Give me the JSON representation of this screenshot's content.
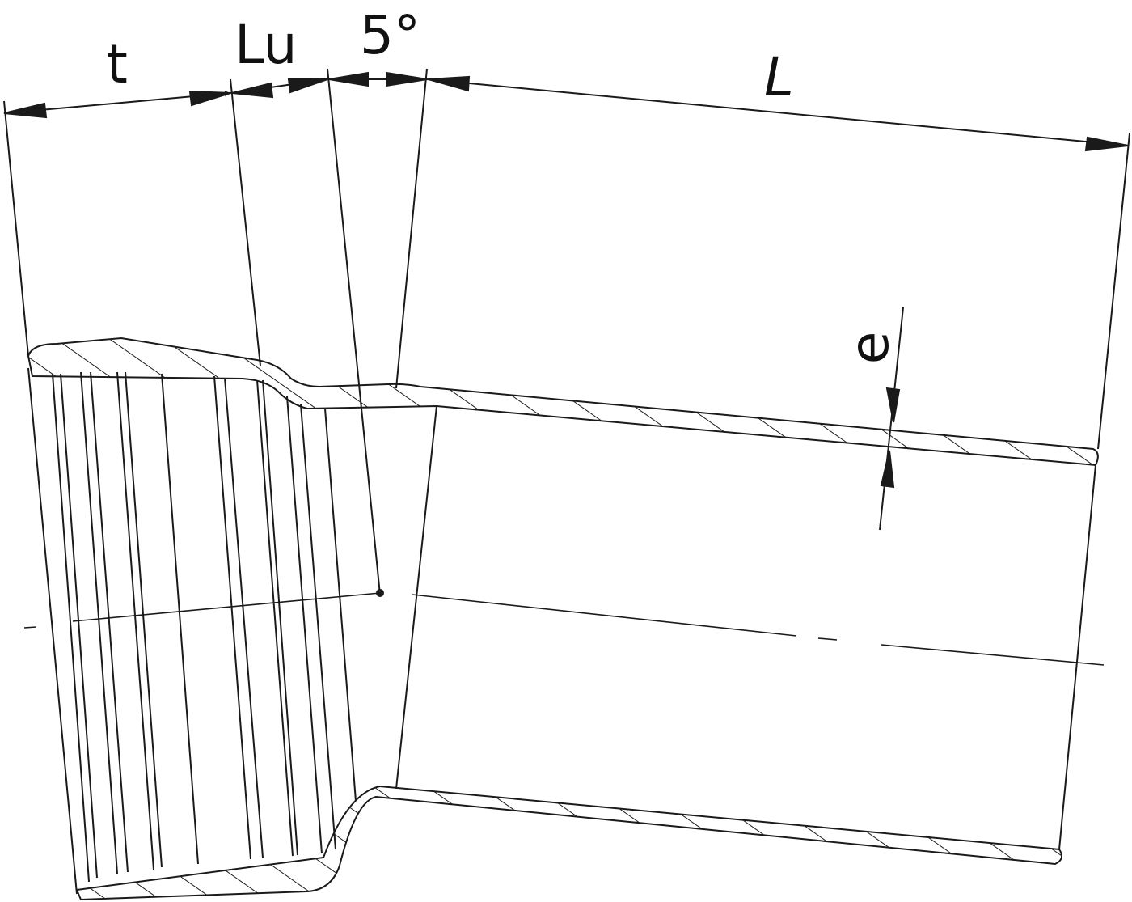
{
  "labels": {
    "t": "t",
    "lu": "Lu",
    "angle": "5°",
    "length": "L",
    "wall": "e"
  },
  "colors": {
    "line": "#1a1a1a",
    "background": "#ffffff"
  }
}
